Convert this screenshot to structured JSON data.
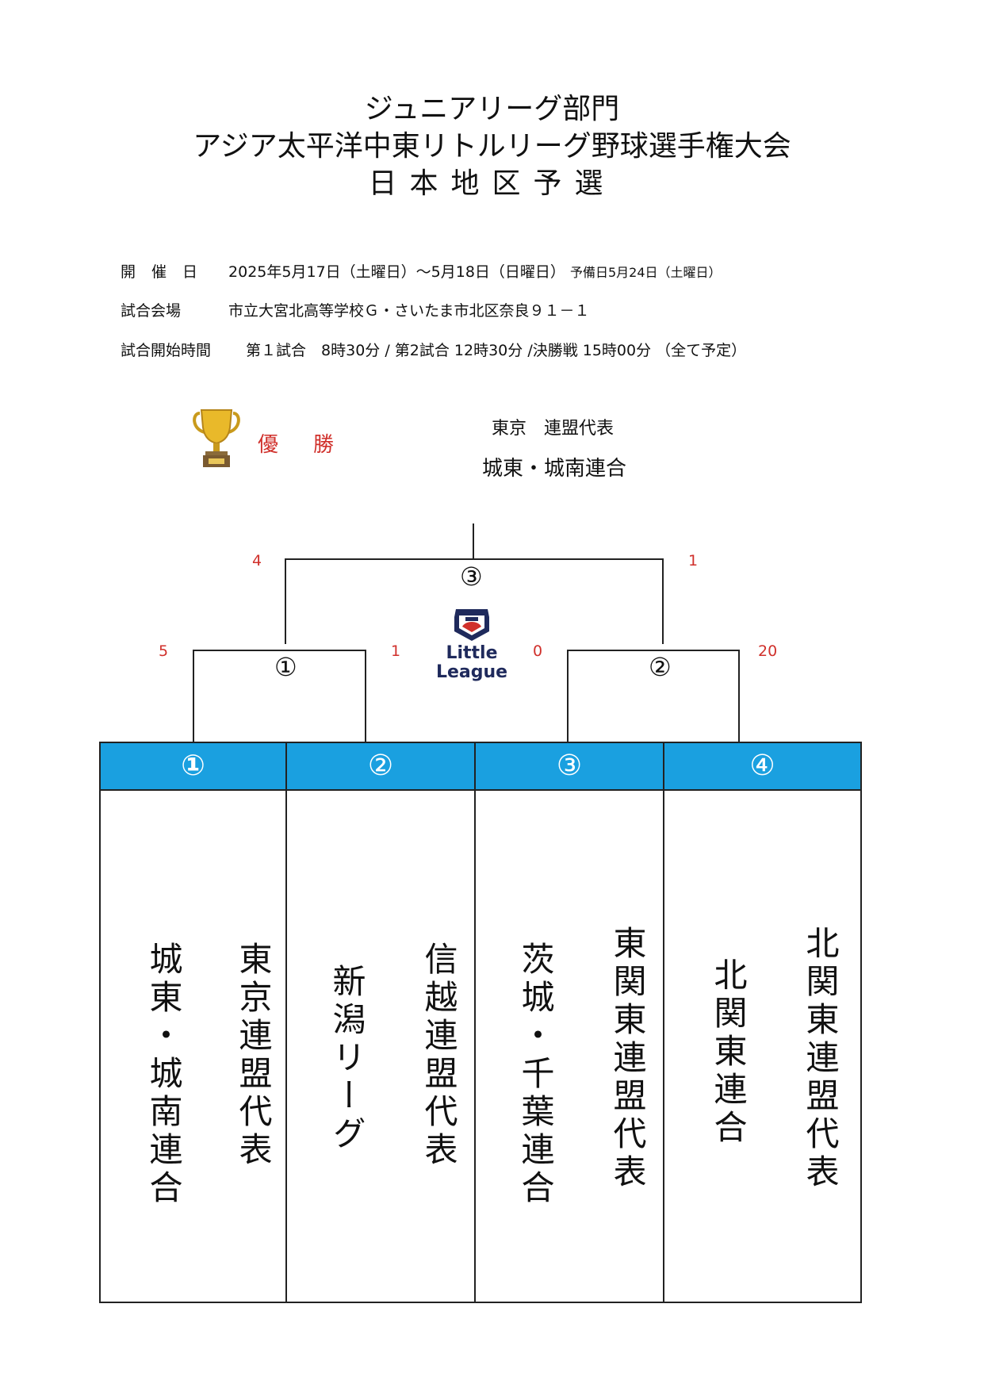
{
  "header": {
    "line1": "ジュニアリーグ部門",
    "line2": "アジア太平洋中東リトルリーグ野球選手権大会",
    "line3": "日本地区予選"
  },
  "info": {
    "date_label": "開催日",
    "date_value": "2025年5月17日（土曜日）～5月18日（日曜日）",
    "date_reserve": "予備日5月24日（土曜日）",
    "venue_label": "試合会場",
    "venue_value": "市立大宮北高等学校Ｇ・さいたま市北区奈良９１－１",
    "time_label": "試合開始時間",
    "time_value": "第１試合　8時30分 / 第2試合 12時30分 /決勝戦 15時00分 （全て予定）"
  },
  "champion": {
    "label": "優勝",
    "association": "東京　連盟代表",
    "team": "城東・城南連合"
  },
  "bracket": {
    "final": {
      "number": "③",
      "score_left": "4",
      "score_right": "1"
    },
    "semi1": {
      "number": "①",
      "score_left": "5",
      "score_right": "1"
    },
    "semi2": {
      "number": "②",
      "score_left": "0",
      "score_right": "20"
    }
  },
  "logo": {
    "line1": "Little",
    "line2": "League"
  },
  "teams": [
    {
      "slot": "①",
      "association": "東京連盟代表",
      "team": "城東・城南連合"
    },
    {
      "slot": "②",
      "association": "信越連盟代表",
      "team": "新潟リーグ"
    },
    {
      "slot": "③",
      "association": "東関東連盟代表",
      "team": "茨城・千葉連合"
    },
    {
      "slot": "④",
      "association": "北関東連盟代表",
      "team": "北関東連合"
    }
  ],
  "colors": {
    "header_blue": "#1aa0e0",
    "score_red": "#d0302b",
    "logo_navy": "#1f2a5c"
  }
}
